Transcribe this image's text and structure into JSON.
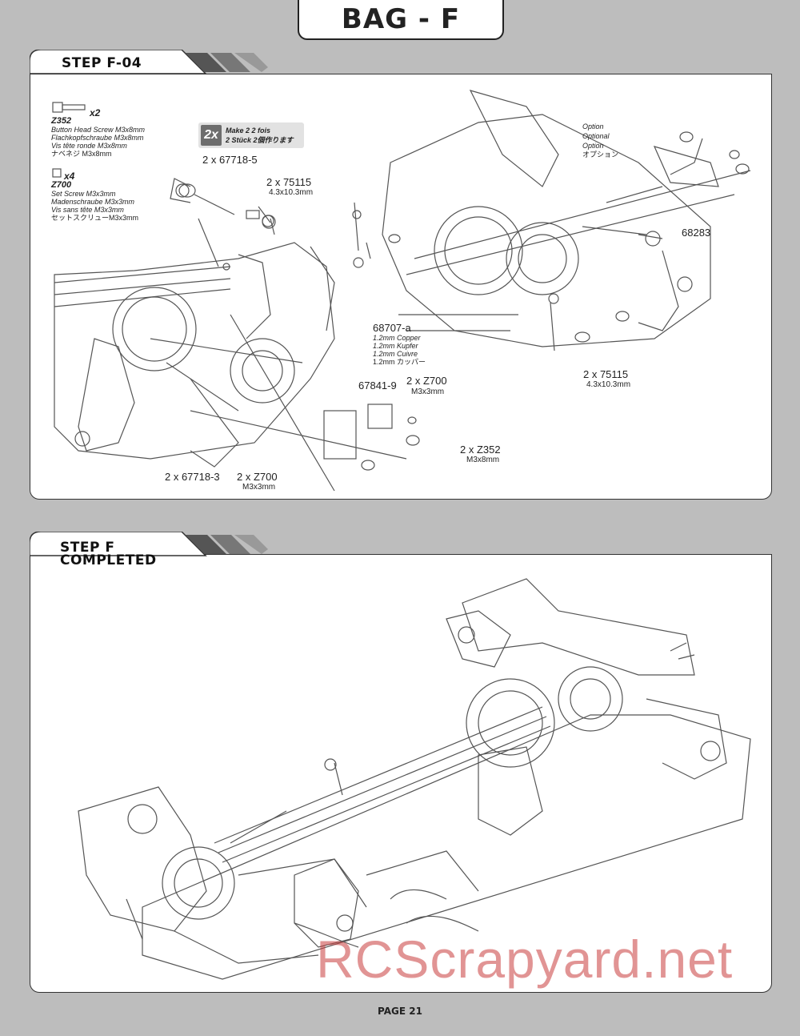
{
  "bag_title": "BAG - F",
  "step1": {
    "title": "STEP F-04",
    "hardware": [
      {
        "qty": "x2",
        "code": "Z352",
        "lines": [
          "Button Head Screw M3x8mm",
          "Flachkopfschraube M3x8mm",
          "Vis tête ronde M3x8mm",
          "ナベネジ M3x8mm"
        ]
      },
      {
        "qty": "x4",
        "code": "Z700",
        "lines": [
          "Set Screw M3x3mm",
          "Madenschraube M3x3mm",
          "Vis sans tête M3x3mm",
          "セットスクリューM3x3mm"
        ]
      }
    ],
    "make": {
      "badge": "2x",
      "line1": "Make 2    2 fois",
      "line2": "2 Stück    2個作ります"
    },
    "option": [
      "Option",
      "Optional",
      "Option",
      "オプション"
    ],
    "labels": {
      "l67718_5": "2 x 67718-5",
      "l75115_a": "2 x 75115",
      "l75115_a_sub": "4.3x10.3mm",
      "l68283": "68283",
      "l68707": "68707-a",
      "l68707_lines": [
        "1.2mm Copper",
        "1.2mm Kupfer",
        "1.2mm Cuivre",
        "1.2mm カッパー"
      ],
      "l75115_b": "2 x 75115",
      "l75115_b_sub": "4.3x10.3mm",
      "l67841": "67841-9",
      "lz700_a": "2 x Z700",
      "lz700_a_sub": "M3x3mm",
      "lz352": "2 x Z352",
      "lz352_sub": "M3x8mm",
      "l67718_3": "2 x 67718-3",
      "lz700_b": "2 x Z700",
      "lz700_b_sub": "M3x3mm"
    }
  },
  "step2": {
    "title_line1": "STEP F",
    "title_line2": "COMPLETED"
  },
  "watermark": "RCScrapyard.net",
  "page": "PAGE 21"
}
